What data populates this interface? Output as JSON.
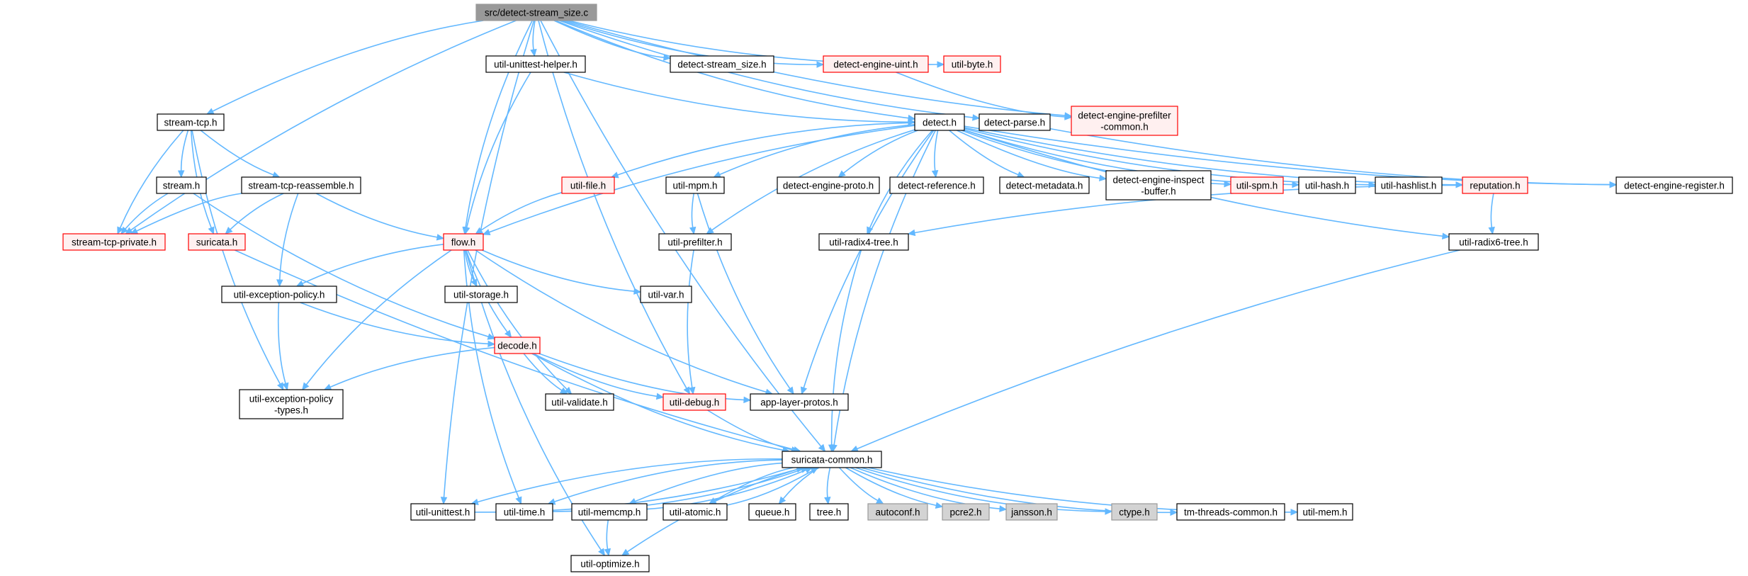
{
  "colors": {
    "edge": "#63b8ff",
    "node_border_normal": "#000000",
    "node_border_truncated": "#ff0000",
    "node_fill_normal": "#ffffff",
    "node_fill_truncated": "#fff0f0",
    "node_fill_root": "#999999",
    "node_fill_system": "#d3d3d3",
    "node_border_system": "#999999"
  },
  "nodes": [
    {
      "id": "root",
      "label": "src/detect-stream_size.c",
      "kind": "root"
    },
    {
      "id": "util_unittest_helper",
      "label": "util-unittest-helper.h",
      "kind": "normal"
    },
    {
      "id": "detect_stream_size",
      "label": "detect-stream_size.h",
      "kind": "normal"
    },
    {
      "id": "detect_engine_uint",
      "label": "detect-engine-uint.h",
      "kind": "truncated"
    },
    {
      "id": "util_byte",
      "label": "util-byte.h",
      "kind": "truncated"
    },
    {
      "id": "detect_engine_prefilter_common",
      "label": "detect-engine-prefilter\n-common.h",
      "kind": "truncated"
    },
    {
      "id": "stream_tcp",
      "label": "stream-tcp.h",
      "kind": "normal"
    },
    {
      "id": "detect",
      "label": "detect.h",
      "kind": "normal"
    },
    {
      "id": "detect_parse",
      "label": "detect-parse.h",
      "kind": "normal"
    },
    {
      "id": "stream",
      "label": "stream.h",
      "kind": "normal"
    },
    {
      "id": "stream_tcp_reassemble",
      "label": "stream-tcp-reassemble.h",
      "kind": "normal"
    },
    {
      "id": "util_file",
      "label": "util-file.h",
      "kind": "truncated"
    },
    {
      "id": "util_mpm",
      "label": "util-mpm.h",
      "kind": "normal"
    },
    {
      "id": "detect_engine_proto",
      "label": "detect-engine-proto.h",
      "kind": "normal"
    },
    {
      "id": "detect_reference",
      "label": "detect-reference.h",
      "kind": "normal"
    },
    {
      "id": "detect_metadata",
      "label": "detect-metadata.h",
      "kind": "normal"
    },
    {
      "id": "detect_engine_inspect_buffer",
      "label": "detect-engine-inspect\n-buffer.h",
      "kind": "normal"
    },
    {
      "id": "util_spm",
      "label": "util-spm.h",
      "kind": "truncated"
    },
    {
      "id": "util_hash",
      "label": "util-hash.h",
      "kind": "normal"
    },
    {
      "id": "util_hashlist",
      "label": "util-hashlist.h",
      "kind": "normal"
    },
    {
      "id": "reputation",
      "label": "reputation.h",
      "kind": "truncated"
    },
    {
      "id": "detect_engine_register",
      "label": "detect-engine-register.h",
      "kind": "normal"
    },
    {
      "id": "stream_tcp_private",
      "label": "stream-tcp-private.h",
      "kind": "truncated"
    },
    {
      "id": "suricata",
      "label": "suricata.h",
      "kind": "truncated"
    },
    {
      "id": "flow",
      "label": "flow.h",
      "kind": "truncated"
    },
    {
      "id": "util_prefilter",
      "label": "util-prefilter.h",
      "kind": "normal"
    },
    {
      "id": "util_radix4_tree",
      "label": "util-radix4-tree.h",
      "kind": "normal"
    },
    {
      "id": "util_radix6_tree",
      "label": "util-radix6-tree.h",
      "kind": "normal"
    },
    {
      "id": "util_exception_policy",
      "label": "util-exception-policy.h",
      "kind": "normal"
    },
    {
      "id": "util_storage",
      "label": "util-storage.h",
      "kind": "normal"
    },
    {
      "id": "util_var",
      "label": "util-var.h",
      "kind": "normal"
    },
    {
      "id": "decode",
      "label": "decode.h",
      "kind": "truncated"
    },
    {
      "id": "util_exception_policy_types",
      "label": "util-exception-policy\n-types.h",
      "kind": "normal"
    },
    {
      "id": "util_validate",
      "label": "util-validate.h",
      "kind": "normal"
    },
    {
      "id": "util_debug",
      "label": "util-debug.h",
      "kind": "truncated"
    },
    {
      "id": "app_layer_protos",
      "label": "app-layer-protos.h",
      "kind": "normal"
    },
    {
      "id": "suricata_common",
      "label": "suricata-common.h",
      "kind": "normal"
    },
    {
      "id": "util_unittest",
      "label": "util-unittest.h",
      "kind": "normal"
    },
    {
      "id": "util_time",
      "label": "util-time.h",
      "kind": "normal"
    },
    {
      "id": "util_memcmp",
      "label": "util-memcmp.h",
      "kind": "normal"
    },
    {
      "id": "util_atomic",
      "label": "util-atomic.h",
      "kind": "normal"
    },
    {
      "id": "queue",
      "label": "queue.h",
      "kind": "normal"
    },
    {
      "id": "tree",
      "label": "tree.h",
      "kind": "normal"
    },
    {
      "id": "autoconf",
      "label": "autoconf.h",
      "kind": "system"
    },
    {
      "id": "pcre2",
      "label": "pcre2.h",
      "kind": "system"
    },
    {
      "id": "jansson",
      "label": "jansson.h",
      "kind": "system"
    },
    {
      "id": "ctype",
      "label": "ctype.h",
      "kind": "system"
    },
    {
      "id": "tm_threads_common",
      "label": "tm-threads-common.h",
      "kind": "normal"
    },
    {
      "id": "util_mem",
      "label": "util-mem.h",
      "kind": "normal"
    },
    {
      "id": "util_optimize",
      "label": "util-optimize.h",
      "kind": "normal"
    }
  ],
  "edges": [
    [
      "root",
      "util_unittest_helper"
    ],
    [
      "root",
      "detect_stream_size"
    ],
    [
      "root",
      "detect_engine_uint"
    ],
    [
      "root",
      "util_byte"
    ],
    [
      "root",
      "detect_engine_prefilter_common"
    ],
    [
      "root",
      "stream_tcp"
    ],
    [
      "root",
      "detect"
    ],
    [
      "root",
      "detect_parse"
    ],
    [
      "root",
      "stream_tcp_private"
    ],
    [
      "root",
      "flow"
    ],
    [
      "root",
      "util_debug"
    ],
    [
      "root",
      "suricata_common"
    ],
    [
      "root",
      "util_unittest"
    ],
    [
      "detect_engine_uint",
      "detect_engine_prefilter_common"
    ],
    [
      "util_unittest_helper",
      "detect"
    ],
    [
      "util_unittest_helper",
      "flow"
    ],
    [
      "stream_tcp",
      "stream"
    ],
    [
      "stream_tcp",
      "stream_tcp_reassemble"
    ],
    [
      "stream_tcp",
      "stream_tcp_private"
    ],
    [
      "stream_tcp",
      "suricata"
    ],
    [
      "stream_tcp",
      "util_exception_policy_types"
    ],
    [
      "stream",
      "stream_tcp_private"
    ],
    [
      "stream",
      "decode"
    ],
    [
      "stream_tcp_reassemble",
      "stream_tcp_private"
    ],
    [
      "stream_tcp_reassemble",
      "suricata"
    ],
    [
      "stream_tcp_reassemble",
      "flow"
    ],
    [
      "stream_tcp_reassemble",
      "util_exception_policy"
    ],
    [
      "suricata",
      "suricata_common"
    ],
    [
      "detect",
      "util_file"
    ],
    [
      "detect",
      "util_mpm"
    ],
    [
      "detect",
      "detect_engine_proto"
    ],
    [
      "detect",
      "detect_reference"
    ],
    [
      "detect",
      "detect_metadata"
    ],
    [
      "detect",
      "detect_engine_inspect_buffer"
    ],
    [
      "detect",
      "util_spm"
    ],
    [
      "detect",
      "util_hash"
    ],
    [
      "detect",
      "util_hashlist"
    ],
    [
      "detect",
      "reputation"
    ],
    [
      "detect",
      "detect_engine_register"
    ],
    [
      "detect",
      "flow"
    ],
    [
      "detect",
      "util_prefilter"
    ],
    [
      "detect",
      "util_radix4_tree"
    ],
    [
      "detect",
      "util_radix6_tree"
    ],
    [
      "detect",
      "app_layer_protos"
    ],
    [
      "detect",
      "suricata_common"
    ],
    [
      "detect_parse",
      "detect_engine_register"
    ],
    [
      "util_file",
      "flow"
    ],
    [
      "util_mpm",
      "util_prefilter"
    ],
    [
      "util_mpm",
      "app_layer_protos"
    ],
    [
      "reputation",
      "util_radix4_tree"
    ],
    [
      "reputation",
      "util_radix6_tree"
    ],
    [
      "util_radix4_tree",
      "suricata_common"
    ],
    [
      "util_radix6_tree",
      "suricata_common"
    ],
    [
      "util_prefilter",
      "util_debug"
    ],
    [
      "flow",
      "util_exception_policy"
    ],
    [
      "flow",
      "util_storage"
    ],
    [
      "flow",
      "util_var"
    ],
    [
      "flow",
      "decode"
    ],
    [
      "flow",
      "util_exception_policy_types"
    ],
    [
      "flow",
      "util_validate"
    ],
    [
      "flow",
      "app_layer_protos"
    ],
    [
      "flow",
      "util_time"
    ],
    [
      "flow",
      "util_optimize"
    ],
    [
      "util_exception_policy",
      "decode"
    ],
    [
      "util_exception_policy",
      "util_exception_policy_types"
    ],
    [
      "decode",
      "util_exception_policy_types"
    ],
    [
      "decode",
      "util_validate"
    ],
    [
      "decode",
      "util_debug"
    ],
    [
      "decode",
      "app_layer_protos"
    ],
    [
      "decode",
      "suricata_common"
    ],
    [
      "util_debug",
      "suricata_common"
    ],
    [
      "suricata_common",
      "util_unittest"
    ],
    [
      "suricata_common",
      "util_time"
    ],
    [
      "suricata_common",
      "util_memcmp"
    ],
    [
      "suricata_common",
      "util_atomic"
    ],
    [
      "suricata_common",
      "queue"
    ],
    [
      "suricata_common",
      "tree"
    ],
    [
      "suricata_common",
      "autoconf"
    ],
    [
      "suricata_common",
      "pcre2"
    ],
    [
      "suricata_common",
      "jansson"
    ],
    [
      "suricata_common",
      "ctype"
    ],
    [
      "suricata_common",
      "tm_threads_common"
    ],
    [
      "suricata_common",
      "util_mem"
    ],
    [
      "suricata_common",
      "util_optimize"
    ],
    [
      "util_unittest",
      "suricata_common"
    ],
    [
      "util_time",
      "suricata_common"
    ],
    [
      "util_memcmp",
      "suricata_common"
    ],
    [
      "util_memcmp",
      "util_optimize"
    ],
    [
      "util_atomic",
      "suricata_common"
    ]
  ]
}
